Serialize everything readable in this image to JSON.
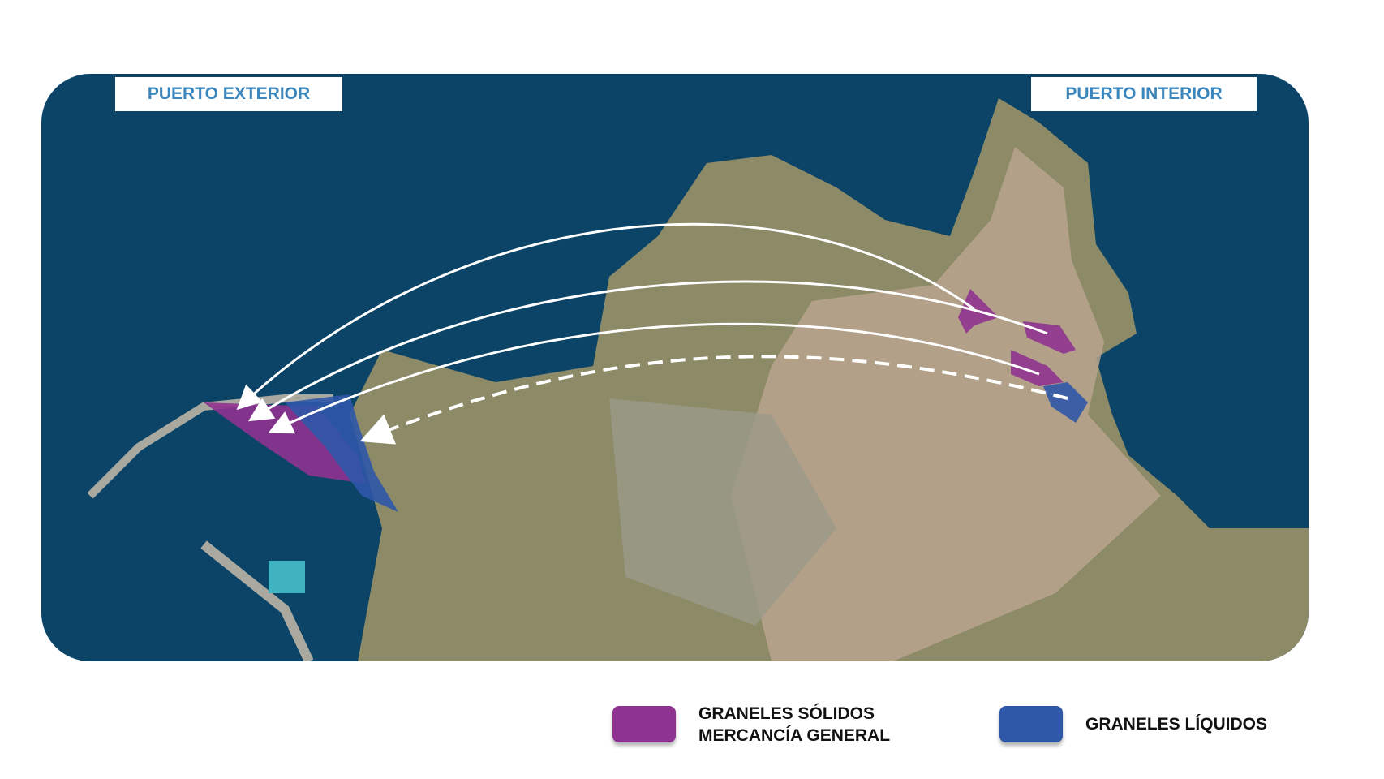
{
  "labels": {
    "exterior": "PUERTO EXTERIOR",
    "interior": "PUERTO INTERIOR"
  },
  "legend": [
    {
      "line1": "GRANELES SÓLIDOS",
      "line2": "MERCANCÍA GENERAL",
      "color": "#8f3390"
    },
    {
      "line1": "GRANELES LÍQUIDOS",
      "color": "#2f57a8"
    }
  ],
  "colors": {
    "sea": "#0b4467",
    "land": "#8c8a67",
    "urban": "#b8a58e",
    "solid": "#8f3390",
    "liquid": "#2f57a8"
  }
}
